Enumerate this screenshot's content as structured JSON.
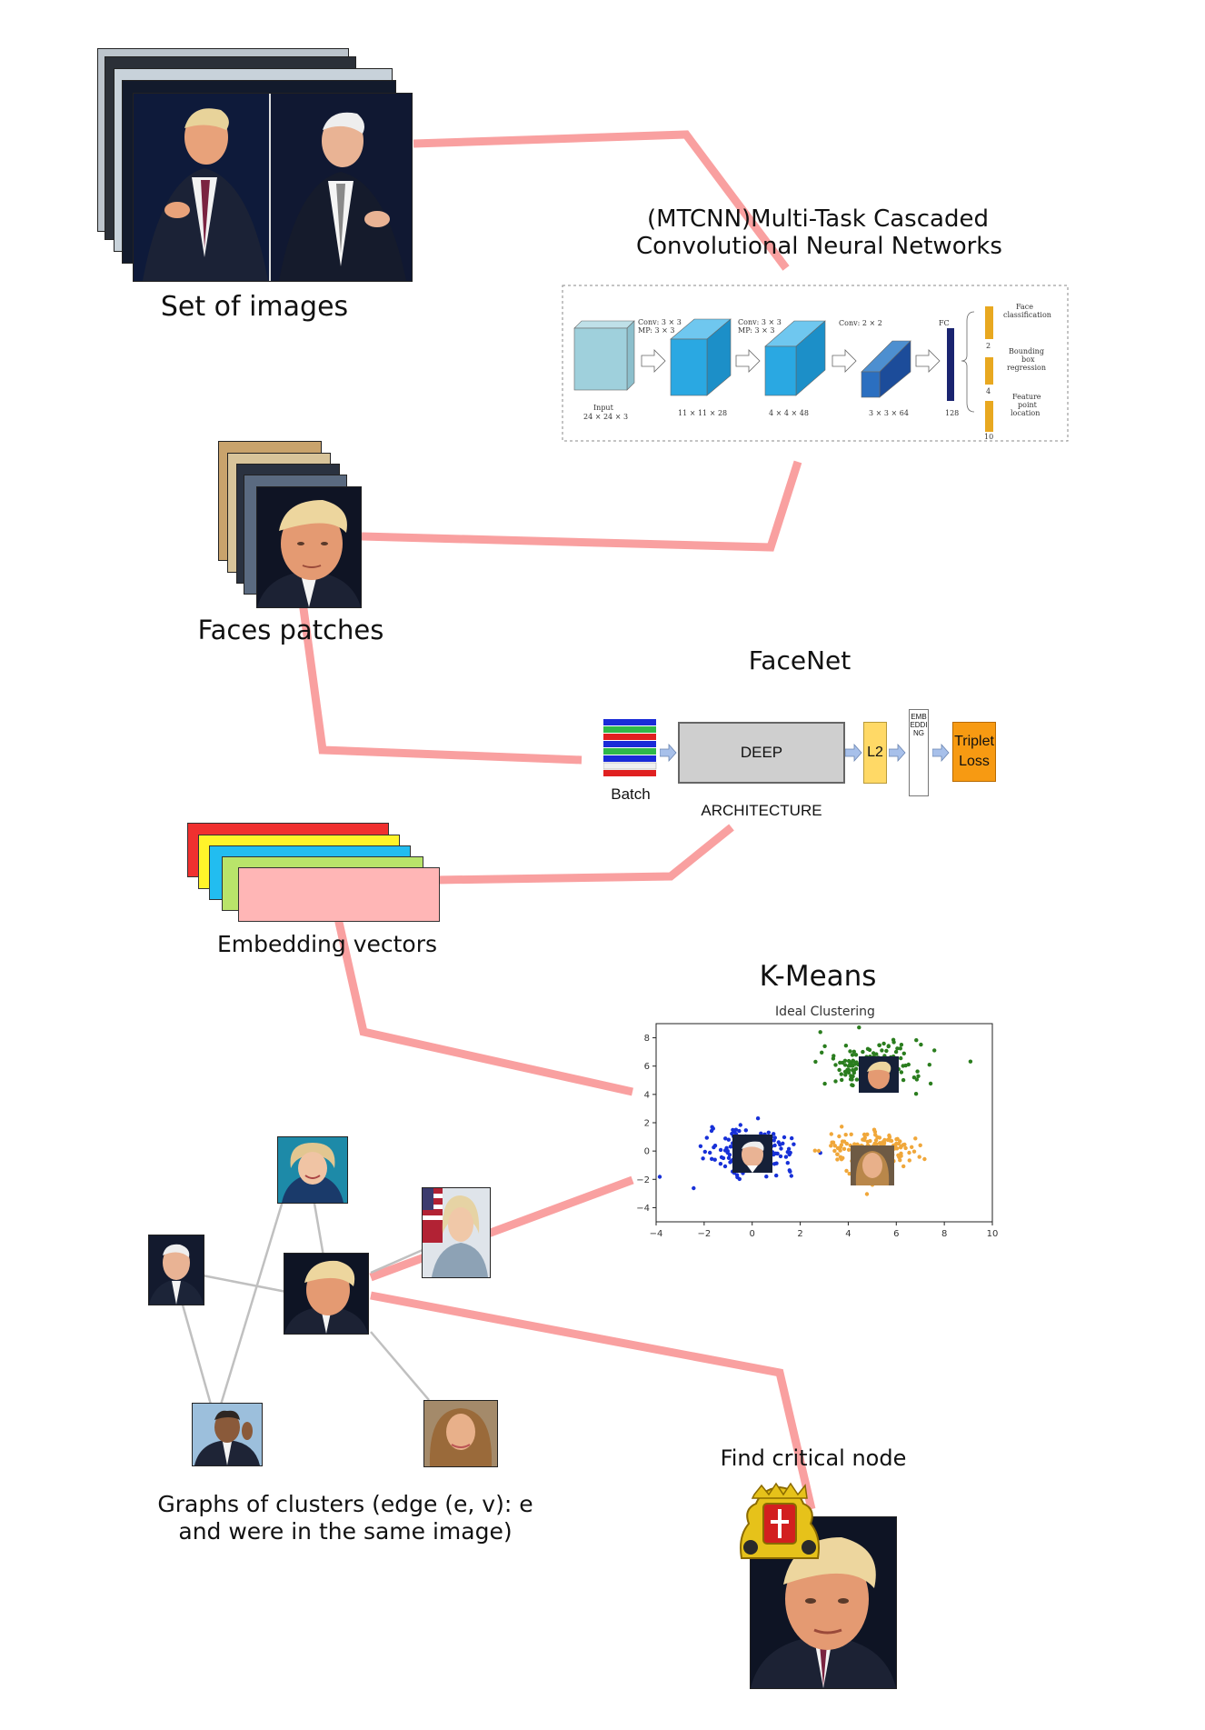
{
  "labels": {
    "set_of_images": "Set of images",
    "mtcnn_line1": "(MTCNN)Multi-Task Cascaded",
    "mtcnn_line2": "Convolutional Neural Networks",
    "faces_patches": "Faces patches",
    "facenet": "FaceNet",
    "embedding_vectors": "Embedding vectors",
    "kmeans": "K-Means",
    "graphs_line1": "Graphs of clusters (edge (e, v): e",
    "graphs_line2": "and were in the same image)",
    "find_critical": "Find critical node"
  },
  "mtcnn": {
    "conv1": "Conv: 3 × 3",
    "mp1": "MP: 3 × 3",
    "conv2": "Conv: 3 × 3",
    "mp2": "MP: 3 × 3",
    "conv3": "Conv: 2 × 2",
    "fc": "FC",
    "input_label": "Input",
    "input_dims": "24 × 24 × 3",
    "dim1": "11 × 11 × 28",
    "dim2": "4 × 4 × 48",
    "dim3": "3 × 3 × 64",
    "dim_fc": "128",
    "out1_label": "Face",
    "out1_label2": "classification",
    "out1_n": "2",
    "out2_label": "Bounding",
    "out2_label2": "box",
    "out2_label3": "regression",
    "out2_n": "4",
    "out3_label": "Feature",
    "out3_label2": "point",
    "out3_label3": "location",
    "out3_n": "10"
  },
  "facenet": {
    "batch": "Batch",
    "deep": "DEEP ARCHITECTURE",
    "l2": "L2",
    "embedding": "EMBEDDING",
    "triplet1": "Triplet",
    "triplet2": "Loss"
  },
  "chart_data": {
    "type": "scatter",
    "title": "Ideal Clustering",
    "xlim": [
      -4,
      10
    ],
    "ylim": [
      -5,
      9
    ],
    "xticks": [
      -4,
      -2,
      0,
      2,
      4,
      6,
      8,
      10
    ],
    "yticks": [
      -4,
      -2,
      0,
      2,
      4,
      6,
      8
    ],
    "clusters": [
      {
        "color": "#2a7d1e",
        "center": [
          5,
          6
        ],
        "spread": [
          1.4,
          1.1
        ],
        "n": 180
      },
      {
        "color": "#1730d8",
        "center": [
          0,
          0
        ],
        "spread": [
          1.2,
          1.0
        ],
        "n": 180
      },
      {
        "color": "#f0a73a",
        "center": [
          5,
          0
        ],
        "spread": [
          1.3,
          1.0
        ],
        "n": 180
      }
    ]
  },
  "colors": {
    "connector": "#f9a0a0",
    "edge": "#c0c0c0",
    "vec_colors": [
      "#f0302f",
      "#fff42a",
      "#22bdf0",
      "#b9e46a",
      "#ffb6b6"
    ]
  }
}
